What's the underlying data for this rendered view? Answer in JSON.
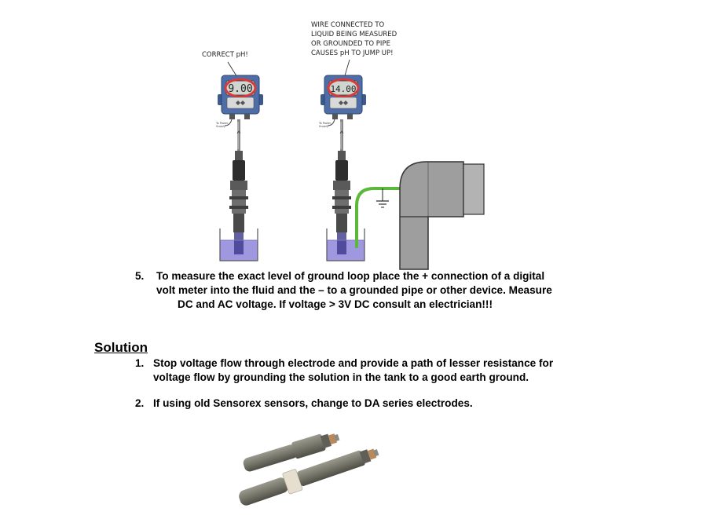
{
  "diagram": {
    "left_callout": "CORRECT pH!",
    "right_callout_lines": [
      "WIRE CONNECTED TO",
      "LIQUID BEING MEASURED",
      "OR GROUNDED TO PIPE",
      "CAUSES pH TO JUMP UP!"
    ],
    "left_reading": "9.00",
    "right_reading": "14.00",
    "power_label_line1": "To Power",
    "power_label_line2": "Supply"
  },
  "step5": {
    "number": "5.",
    "lines": [
      "To measure the exact level of ground loop place the + connection of a digital",
      "volt meter into the fluid and the – to a grounded pipe or other device.  Measure",
      "DC and AC voltage.  If voltage > 3V DC consult an electrician!!!"
    ]
  },
  "solution": {
    "title": "Solution",
    "items": [
      {
        "number": "1.",
        "lines": [
          "Stop voltage flow through electrode and provide a path of lesser resistance for",
          "voltage flow by grounding the solution in the tank to a good earth ground."
        ]
      },
      {
        "number": "2.",
        "lines": [
          "If using old Sensorex sensors, change to DA series electrodes."
        ]
      }
    ]
  },
  "colors": {
    "meter_body": "#4f6ea8",
    "lcd_ring": "#d83a3a",
    "liquid": "#9f97e0",
    "ground_wire": "#5cb83a",
    "pipe": "#9e9e9e",
    "electrode_body": "#7d7d72"
  }
}
